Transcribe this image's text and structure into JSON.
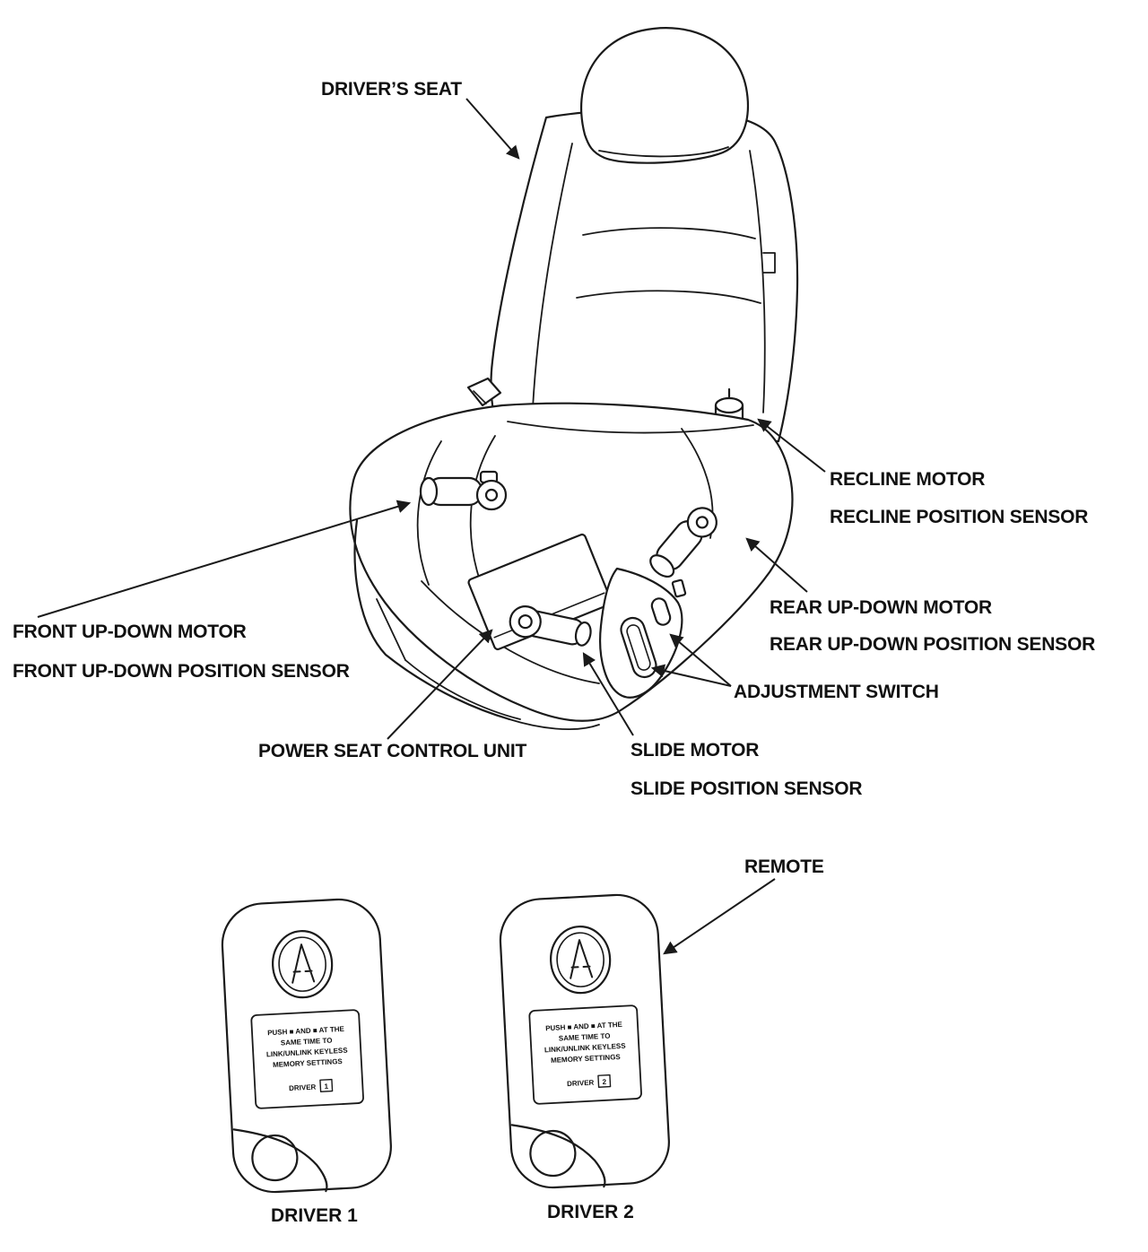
{
  "colors": {
    "ink": "#1a1a1a",
    "background": "#ffffff"
  },
  "labels": {
    "drivers_seat": "DRIVER’S SEAT",
    "recline_motor": "RECLINE MOTOR",
    "recline_position_sensor": "RECLINE POSITION SENSOR",
    "front_up_down_motor": "FRONT UP-DOWN MOTOR",
    "front_up_down_position_sensor": "FRONT UP-DOWN POSITION SENSOR",
    "rear_up_down_motor": "REAR UP-DOWN MOTOR",
    "rear_up_down_position_sensor": "REAR UP-DOWN POSITION SENSOR",
    "adjustment_switch": "ADJUSTMENT SWITCH",
    "power_seat_control_unit": "POWER SEAT CONTROL UNIT",
    "slide_motor": "SLIDE MOTOR",
    "slide_position_sensor": "SLIDE POSITION SENSOR",
    "remote": "REMOTE"
  },
  "remotes": [
    {
      "caption": "DRIVER 1",
      "label_lines": [
        "PUSH ■ AND ■ AT THE",
        "SAME TIME TO",
        "LINK/UNLINK KEYLESS",
        "MEMORY SETTINGS"
      ],
      "driver_word": "DRIVER",
      "driver_number": "1"
    },
    {
      "caption": "DRIVER 2",
      "label_lines": [
        "PUSH ■ AND ■ AT THE",
        "SAME TIME TO",
        "LINK/UNLINK KEYLESS",
        "MEMORY SETTINGS"
      ],
      "driver_word": "DRIVER",
      "driver_number": "2"
    }
  ]
}
